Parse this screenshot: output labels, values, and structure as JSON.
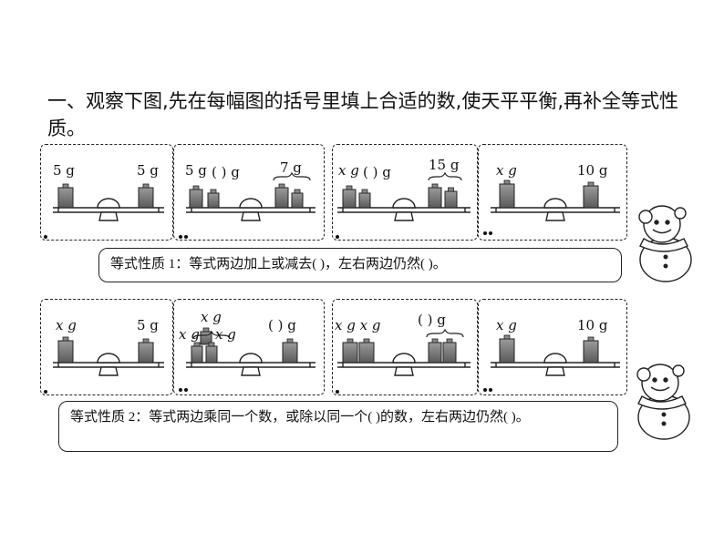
{
  "exercise": {
    "title": "一、观察下图,先在每幅图的括号里填上合适的数,使天平平衡,再补全等式性质。"
  },
  "row1": {
    "p1": {
      "left": "5 g",
      "right": "5 g"
    },
    "p2": {
      "left_a": "5 g",
      "left_b": "(      ) g",
      "right": "7 g"
    },
    "p3": {
      "left_a": "x g",
      "left_b": "(      ) g",
      "right": "15 g"
    },
    "p4": {
      "left": "x g",
      "right": "10 g"
    },
    "property": "等式性质 1：等式两边加上或减去(              )，左右两边仍然(              )。"
  },
  "row2": {
    "p1": {
      "left": "x g",
      "right": "5 g"
    },
    "p2": {
      "left_top": "x g",
      "left_mid_a": "x g",
      "left_mid_b": "x g",
      "right": "(      ) g"
    },
    "p3": {
      "left": "x g x g",
      "right": "(      ) g"
    },
    "p4": {
      "left": "x g",
      "right": "10 g"
    },
    "property": "等式性质 2：等式两边乘同一个数，或除以同一个(                  )的数，左右两边仍然(            )。"
  }
}
